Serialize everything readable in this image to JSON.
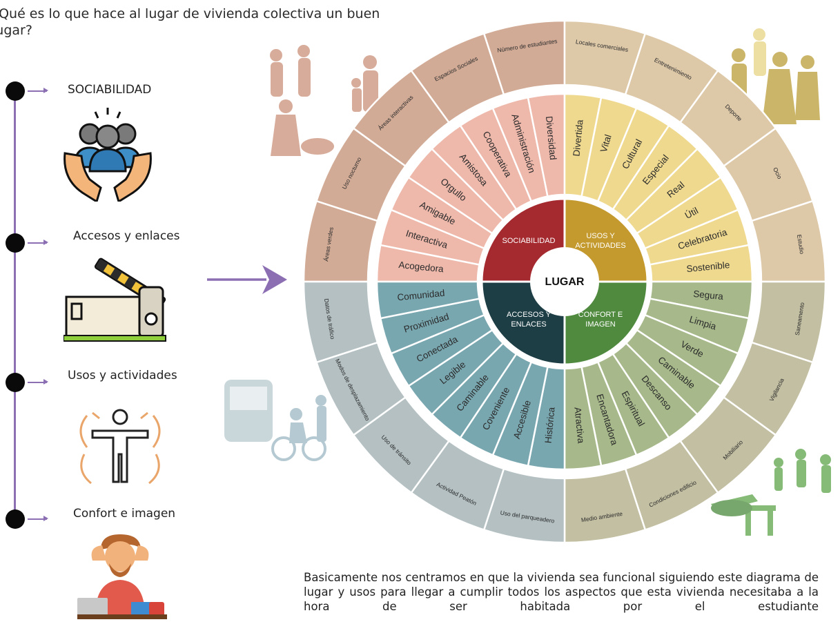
{
  "title": "¿Qué es lo que hace al lugar de vivienda colectiva un buen lugar?",
  "timeline": [
    {
      "label": "SOCIABILIDAD",
      "icon": "community-hands-icon"
    },
    {
      "label": "Accesos y enlaces",
      "icon": "barrier-gate-icon"
    },
    {
      "label": "Usos y actividades",
      "icon": "person-stretch-icon"
    },
    {
      "label": "Confort e imagen",
      "icon": "relaxed-man-laptop-icon"
    }
  ],
  "wheel": {
    "center": "LUGAR",
    "quadrants": [
      {
        "name": "SOCIABILIDAD",
        "color": "#a52a2f",
        "middle": [
          "Acogedora",
          "Interactiva",
          "Amigable",
          "Orgullo",
          "Amistosa",
          "Cooperativa",
          "Administración",
          "Diversidad"
        ],
        "outer": [
          "Áreas verdes",
          "Uso nocturno",
          "Áreas interactivas",
          "Espacios Sociales",
          "Número de estudiantes"
        ]
      },
      {
        "name": "USOS Y ACTIVIDADES",
        "color": "#c49a2e",
        "middle": [
          "Divertida",
          "Vital",
          "Cultural",
          "Especial",
          "Real",
          "Útil",
          "Celebratoria",
          "Sostenible"
        ],
        "outer": [
          "Locales comerciales",
          "Entretenimiento",
          "Deporte",
          "Ocio",
          "Estudio"
        ]
      },
      {
        "name": "CONFORT E IMAGEN",
        "color": "#4f8a3f",
        "middle": [
          "Segura",
          "Limpia",
          "Verde",
          "Caminable",
          "Descanso",
          "Espiritual",
          "Encantadora",
          "Atractiva"
        ],
        "outer": [
          "Saneamento",
          "Vigilancia",
          "Mobiliario",
          "Condiciones edificio",
          "Medio ambiente"
        ]
      },
      {
        "name": "ACCESOS Y ENLACES",
        "color": "#1d3e45",
        "middle": [
          "Histórica",
          "Accesible",
          "Coveniente",
          "Caminable",
          "Legible",
          "Conectada",
          "Proximidad",
          "Comunidad"
        ],
        "outer": [
          "Uso del parqueadero",
          "Actividad Peatón",
          "Uso de tránsito",
          "Modos de desplazamiento",
          "Datos de tráfico"
        ]
      }
    ]
  },
  "footer": "Basicamente nos centramos en que la vivienda sea funcional siguiendo este diagrama de lugar y usos para llegar a cumplir todos los aspectos que esta vivienda necesitaba a la hora de ser habitada por el estudiante"
}
